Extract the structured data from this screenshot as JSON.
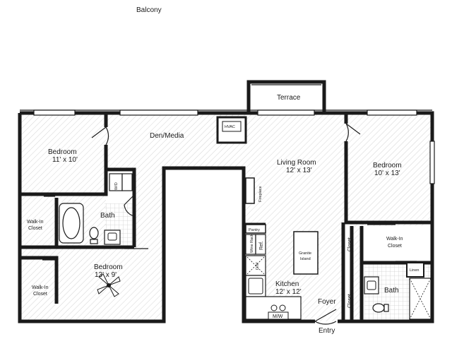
{
  "labels": {
    "balcony": "Balcony",
    "terrace": "Terrace",
    "den": "Den/Media",
    "hvac": "HVAC",
    "bedroom_left": "Bedroom",
    "bedroom_left_dim": "11' x 10'",
    "wd": "W/D",
    "bath_left": "Bath",
    "walkin_left_top_1": "Walk-In",
    "walkin_left_top_2": "Closet",
    "bedroom_bottom": "Bedroom",
    "bedroom_bottom_dim": "13' x 9'",
    "walkin_left_bottom_1": "Walk-In",
    "walkin_left_bottom_2": "Closet",
    "living": "Living Room",
    "living_dim": "12' x 13'",
    "fireplace": "Fireplace",
    "pantry": "Pantry",
    "wine": "Wine Rack",
    "ref": "Ref.",
    "dw": "D/W",
    "granite_1": "Granite",
    "granite_2": "Island",
    "kitchen": "Kitchen",
    "kitchen_dim": "12' x 12'",
    "mw": "M/W",
    "foyer": "Foyer",
    "entry": "Entry",
    "closet_1": "Closet",
    "closet_2": "Closet",
    "bedroom_right": "Bedroom",
    "bedroom_right_dim": "10' x 13'",
    "walkin_right_1": "Walk-In",
    "walkin_right_2": "Closet",
    "linen": "Linen",
    "bath_right": "Bath"
  }
}
